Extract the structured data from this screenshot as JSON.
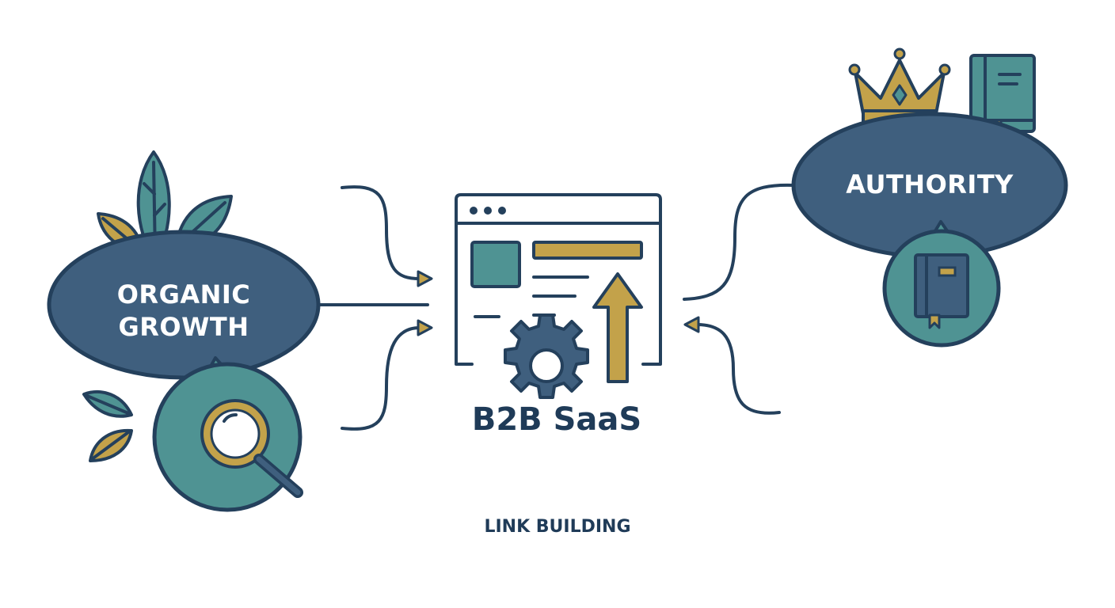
{
  "left_node": {
    "line1": "ORGANIC",
    "line2": "GROWTH"
  },
  "right_node": {
    "label": "AUTHORITY"
  },
  "center_node": {
    "label": "B2B SaaS"
  },
  "footer": {
    "label": "LINK BUILDING"
  },
  "colors": {
    "navy": "#3f5f7e",
    "outline": "#24405c",
    "teal": "#4f9393",
    "gold": "#c3a24a",
    "white": "#ffffff"
  },
  "icons": [
    "leaf-icon",
    "magnifier-icon",
    "crown-icon",
    "book-icon",
    "browser-window-icon",
    "gear-icon",
    "arrow-up-icon"
  ]
}
